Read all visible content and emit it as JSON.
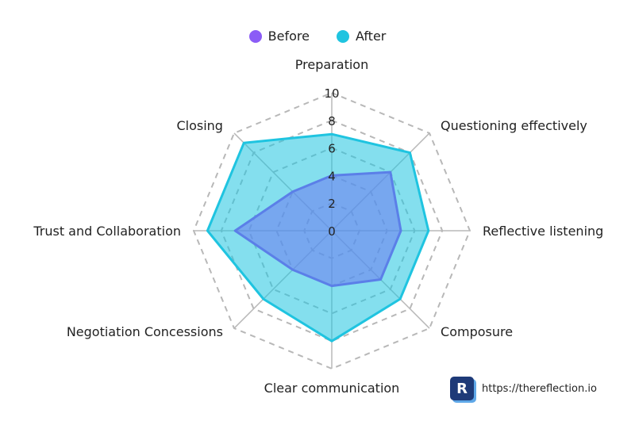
{
  "chart_data": {
    "type": "radar",
    "categories": [
      "Preparation",
      "Questioning effectively",
      "Reflective listening",
      "Composure",
      "Clear communication",
      "Negotiation Concessions",
      "Trust and Collaboration",
      "Closing"
    ],
    "rmax": 10,
    "ticks": [
      "0",
      "2",
      "4",
      "6",
      "8",
      "10"
    ],
    "series": [
      {
        "name": "Before",
        "color": "#8b5cf6",
        "values": [
          4,
          6,
          5,
          5,
          4,
          4,
          7,
          4
        ]
      },
      {
        "name": "After",
        "color": "#1fc4e0",
        "values": [
          7,
          8,
          7,
          7,
          8,
          7,
          9,
          9
        ]
      }
    ],
    "grid": "dashed octagons",
    "legend_position": "top"
  },
  "legend": {
    "before_label": "Before",
    "before_color": "#8b5cf6",
    "after_label": "After",
    "after_color": "#1fc4e0"
  },
  "branding": {
    "logo_letter": "R",
    "url": "https://thereflection.io"
  }
}
